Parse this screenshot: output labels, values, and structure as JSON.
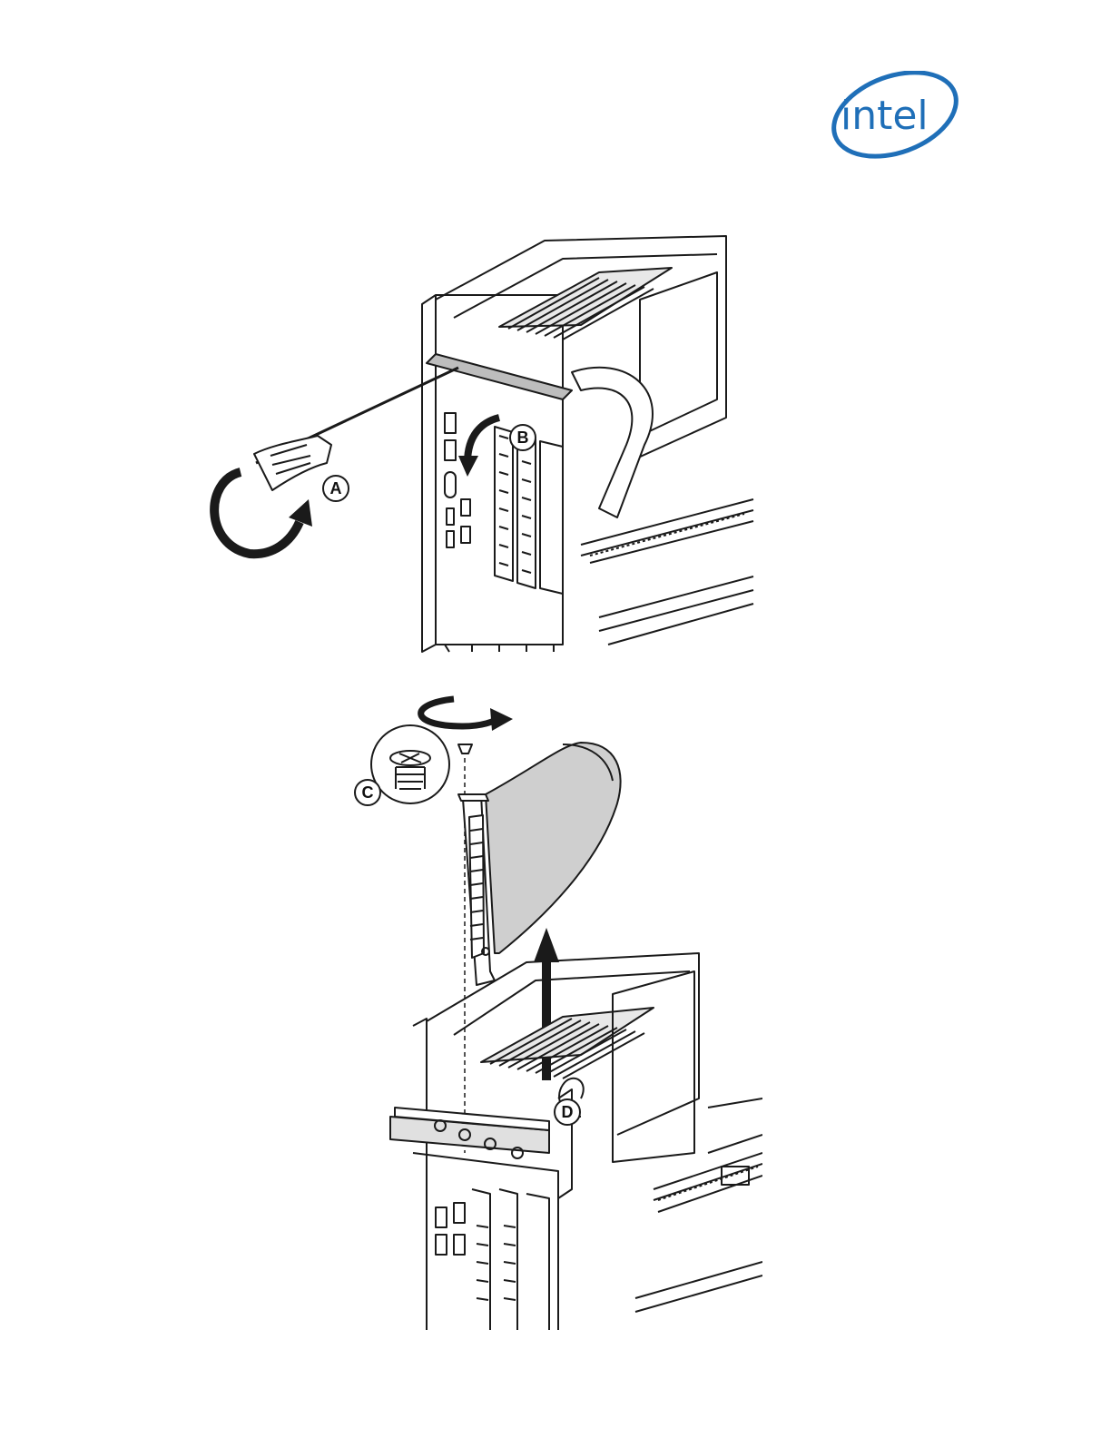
{
  "brand": {
    "logo_text": "intel",
    "color": "#1f6fb8"
  },
  "figures": [
    {
      "id": "remove-riser-screws",
      "callouts": [
        "A",
        "B"
      ]
    },
    {
      "id": "remove-card",
      "callouts": [
        "C",
        "D"
      ]
    }
  ],
  "colors": {
    "line": "#1a1a1a",
    "fill_gray": "#d9d9d9",
    "fill_dark": "#555555"
  }
}
